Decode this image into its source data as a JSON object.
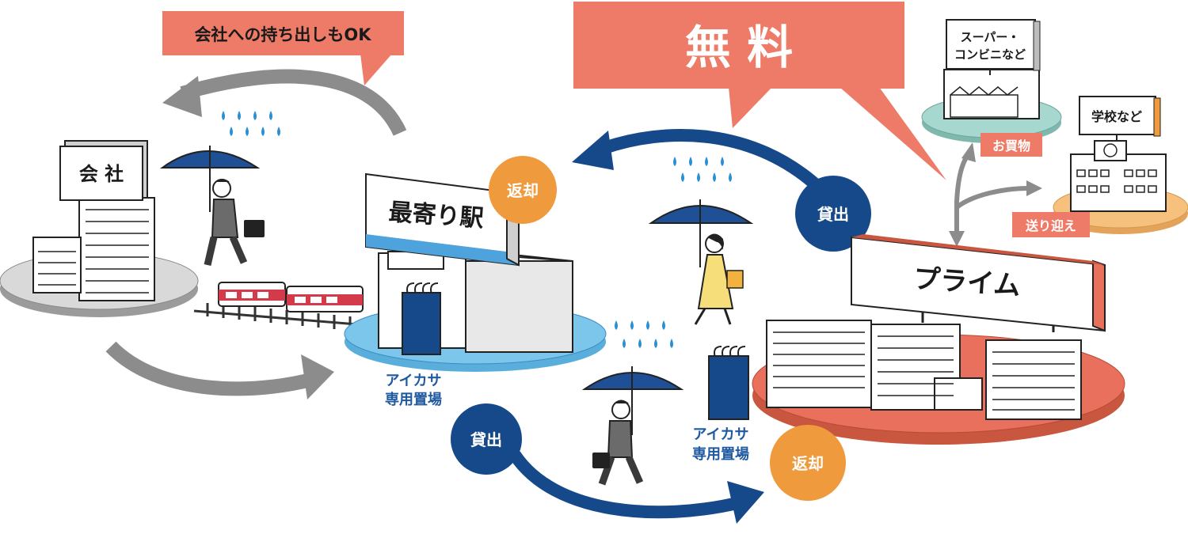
{
  "labels": {
    "company_carry_ok": "会社への持ち出しもOK",
    "free": "無 料",
    "company_sign": "会 社",
    "station_sign": "最寄り駅",
    "prime_sign": "プライム",
    "supermarket_sign": "スーパー・\nコンビニなど",
    "supermarket_line1": "スーパー・",
    "supermarket_line2": "コンビニなど",
    "school_sign": "学校など",
    "shopping_tag": "お買物",
    "pickup_tag": "送り迎え",
    "return_station": "返却",
    "return_prime": "返却",
    "rent_prime": "貸出",
    "rent_station": "貸出",
    "dedicated_station_line1": "アイカサ",
    "dedicated_station_line2": "専用置場",
    "dedicated_prime_line1": "アイカサ",
    "dedicated_prime_line2": "専用置場"
  },
  "colors": {
    "salmon": "#ee7b67",
    "orange": "#f09a3e",
    "navy": "#16498a",
    "arrow_gray": "#8c8c8c",
    "station_base": "#7cc6ec",
    "teal_base": "#a6d8cf",
    "peach_base": "#f6c07d",
    "prime_base": "#e9705c",
    "umbrella": "#1f4f94",
    "train": "#d33b4a",
    "rain": "#2a8fd4",
    "dress": "#f6df7a"
  },
  "icons": [
    "umbrella-icon",
    "rain-drops-icon",
    "train-icon",
    "umbrella-stand-icon",
    "businessman-icon",
    "woman-icon",
    "briefcase-icon",
    "handbag-icon",
    "clock-icon"
  ]
}
